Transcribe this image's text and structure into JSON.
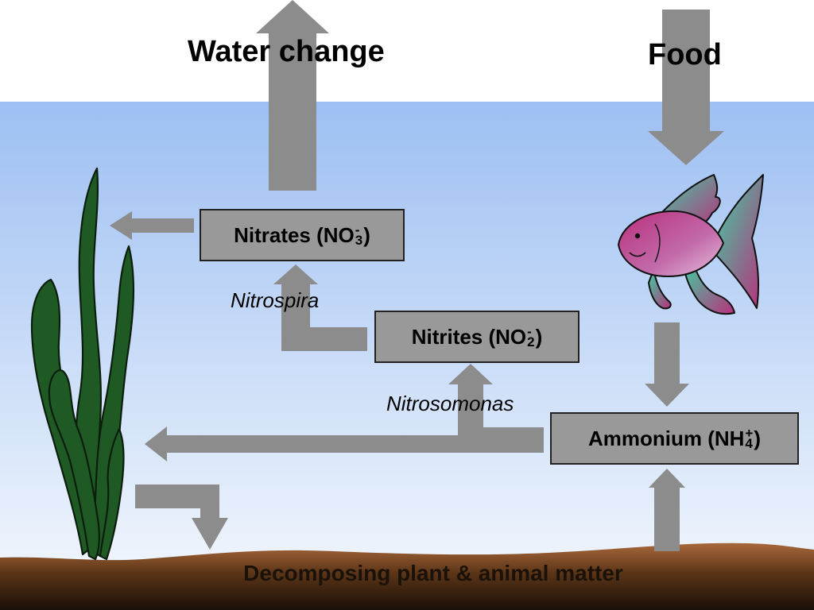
{
  "titles": {
    "water_change": "Water change",
    "food": "Food"
  },
  "compounds": {
    "nitrates": {
      "name": "Nitrates (NO",
      "subscript": "3",
      "superscript": "-",
      "close": ")"
    },
    "nitrites": {
      "name": "Nitrites (NO",
      "subscript": "2",
      "superscript": "-",
      "close": ")"
    },
    "ammonium": {
      "name": "Ammonium (NH",
      "subscript": "4",
      "superscript": "+",
      "close": ")"
    }
  },
  "bacteria": {
    "nitrospira": "Nitrospira",
    "nitrosomonas": "Nitrosomonas"
  },
  "substrate": {
    "label": "Decomposing plant & animal matter"
  },
  "colors": {
    "water_top": "#9dbff2",
    "water_bottom": "#eaf1fb",
    "arrow": "#8c8c8c",
    "box_fill": "#999999",
    "soil_top": "#a8683a",
    "soil_bottom": "#1e120a",
    "plant": "#1f5a25",
    "fish_body": "#b8408a",
    "fish_fin": "#3ec9a0"
  },
  "icons": [
    "seaweed-icon",
    "fish-icon"
  ]
}
